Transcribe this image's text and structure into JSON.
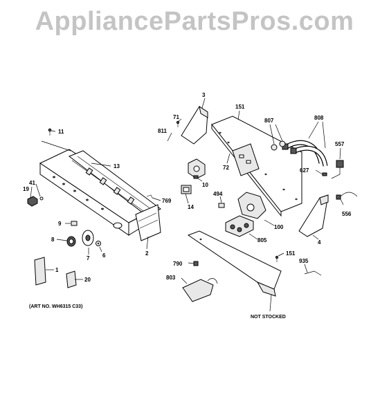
{
  "watermark": "AppliancePartsPros.com",
  "art_no": "(ART NO. WH6315 C33)",
  "not_stocked": "NOT STOCKED",
  "labels": {
    "p1": "1",
    "p2": "2",
    "p3": "3",
    "p4": "4",
    "p6": "6",
    "p7": "7",
    "p8": "8",
    "p9": "9",
    "p10": "10",
    "p11": "11",
    "p13": "13",
    "p14": "14",
    "p19": "19",
    "p20": "20",
    "p41": "41",
    "p71": "71",
    "p72": "72",
    "p100": "100",
    "p151a": "151",
    "p151b": "151",
    "p494": "494",
    "p556": "556",
    "p557": "557",
    "p627": "627",
    "p769": "769",
    "p790": "790",
    "p803": "803",
    "p805": "805",
    "p807": "807",
    "p808": "808",
    "p811": "811",
    "p935": "935"
  }
}
